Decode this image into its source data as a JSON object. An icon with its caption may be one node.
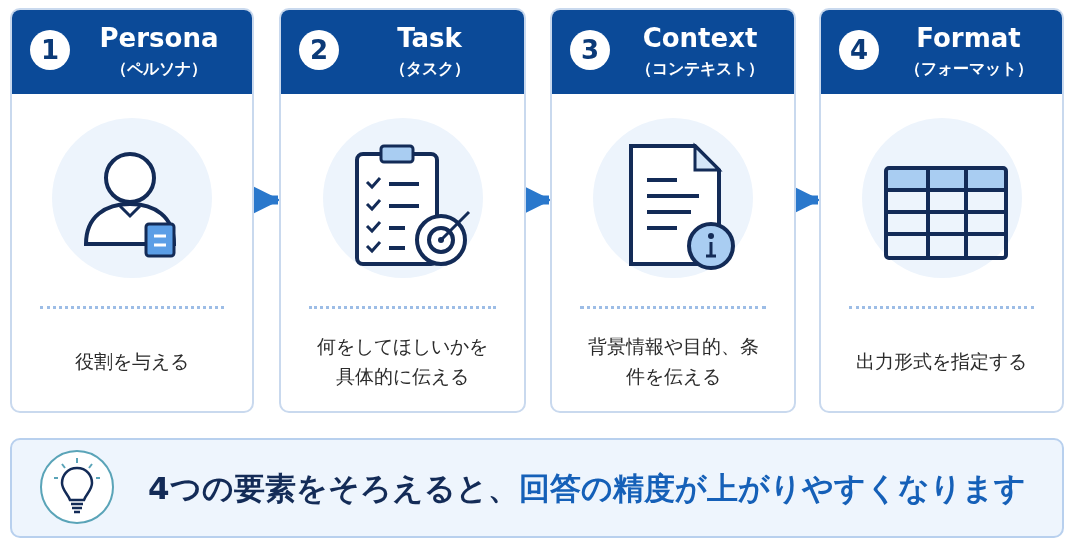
{
  "diagram": {
    "nodes": [
      {
        "text": [
          "1",
          "Persona",
          "（ペルソナ）",
          "役割を与える"
        ]
      },
      {
        "text": [
          "2",
          "Task",
          "（タスク）",
          "何をしてほしいかを具体的に伝える"
        ]
      },
      {
        "text": [
          "3",
          "Context",
          "（コンテキスト）",
          "背景情報や目的、条件を伝える"
        ]
      },
      {
        "text": [
          "4",
          "Format",
          "（フォーマット）",
          "出力形式を指定する"
        ]
      },
      {
        "text": [
          "4つの要素をそろえると、",
          "回答の精度が上がりやすくなります"
        ]
      }
    ],
    "edges": [
      {
        "from": 0,
        "to": 1,
        "arrow": "to"
      },
      {
        "from": 1,
        "to": 2,
        "arrow": "to"
      },
      {
        "from": 2,
        "to": 3,
        "arrow": "to"
      }
    ]
  }
}
